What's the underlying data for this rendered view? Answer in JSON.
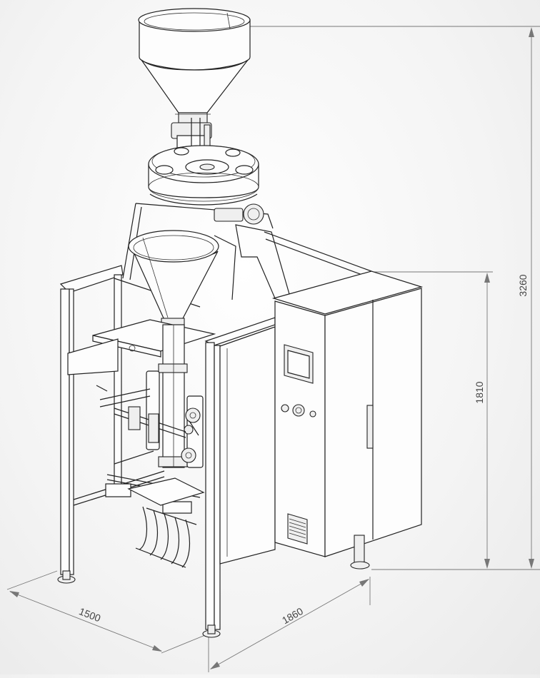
{
  "drawing": {
    "subject": "vertical packaging machine with volumetric cup filler",
    "dimensions": [
      {
        "id": "total-height",
        "label": "3260"
      },
      {
        "id": "cabinet-height",
        "label": "1810"
      },
      {
        "id": "width",
        "label": "1500"
      },
      {
        "id": "depth",
        "label": "1860"
      }
    ]
  }
}
